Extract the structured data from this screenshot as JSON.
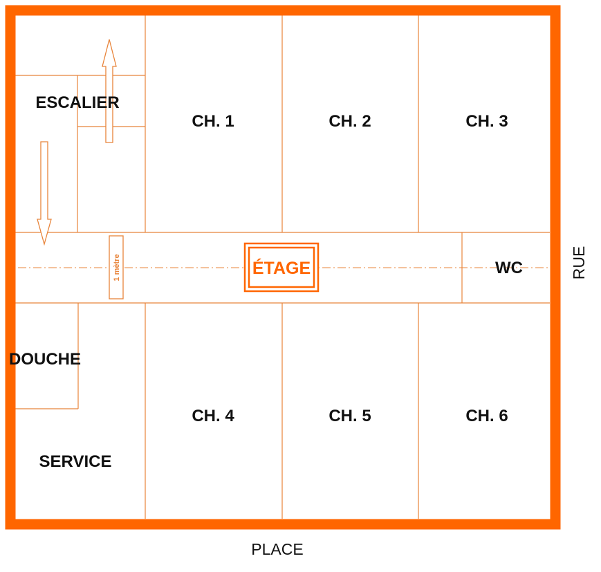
{
  "colors": {
    "wall": "#ff6600",
    "line": "#e8843a",
    "text": "#111111"
  },
  "floor": {
    "label": "ÉTAGE"
  },
  "scale": {
    "label": "1 mètre"
  },
  "streets": {
    "bottom": "PLACE",
    "right": "RUE"
  },
  "rooms": {
    "stairs": "ESCALIER",
    "ch1": "CH. 1",
    "ch2": "CH. 2",
    "ch3": "CH. 3",
    "wc": "WC",
    "shower": "DOUCHE",
    "ch4": "CH. 4",
    "ch5": "CH. 5",
    "ch6": "CH. 6",
    "service": "SERVICE"
  },
  "icons": {
    "up": "arrow-up-icon",
    "down": "arrow-down-icon"
  }
}
